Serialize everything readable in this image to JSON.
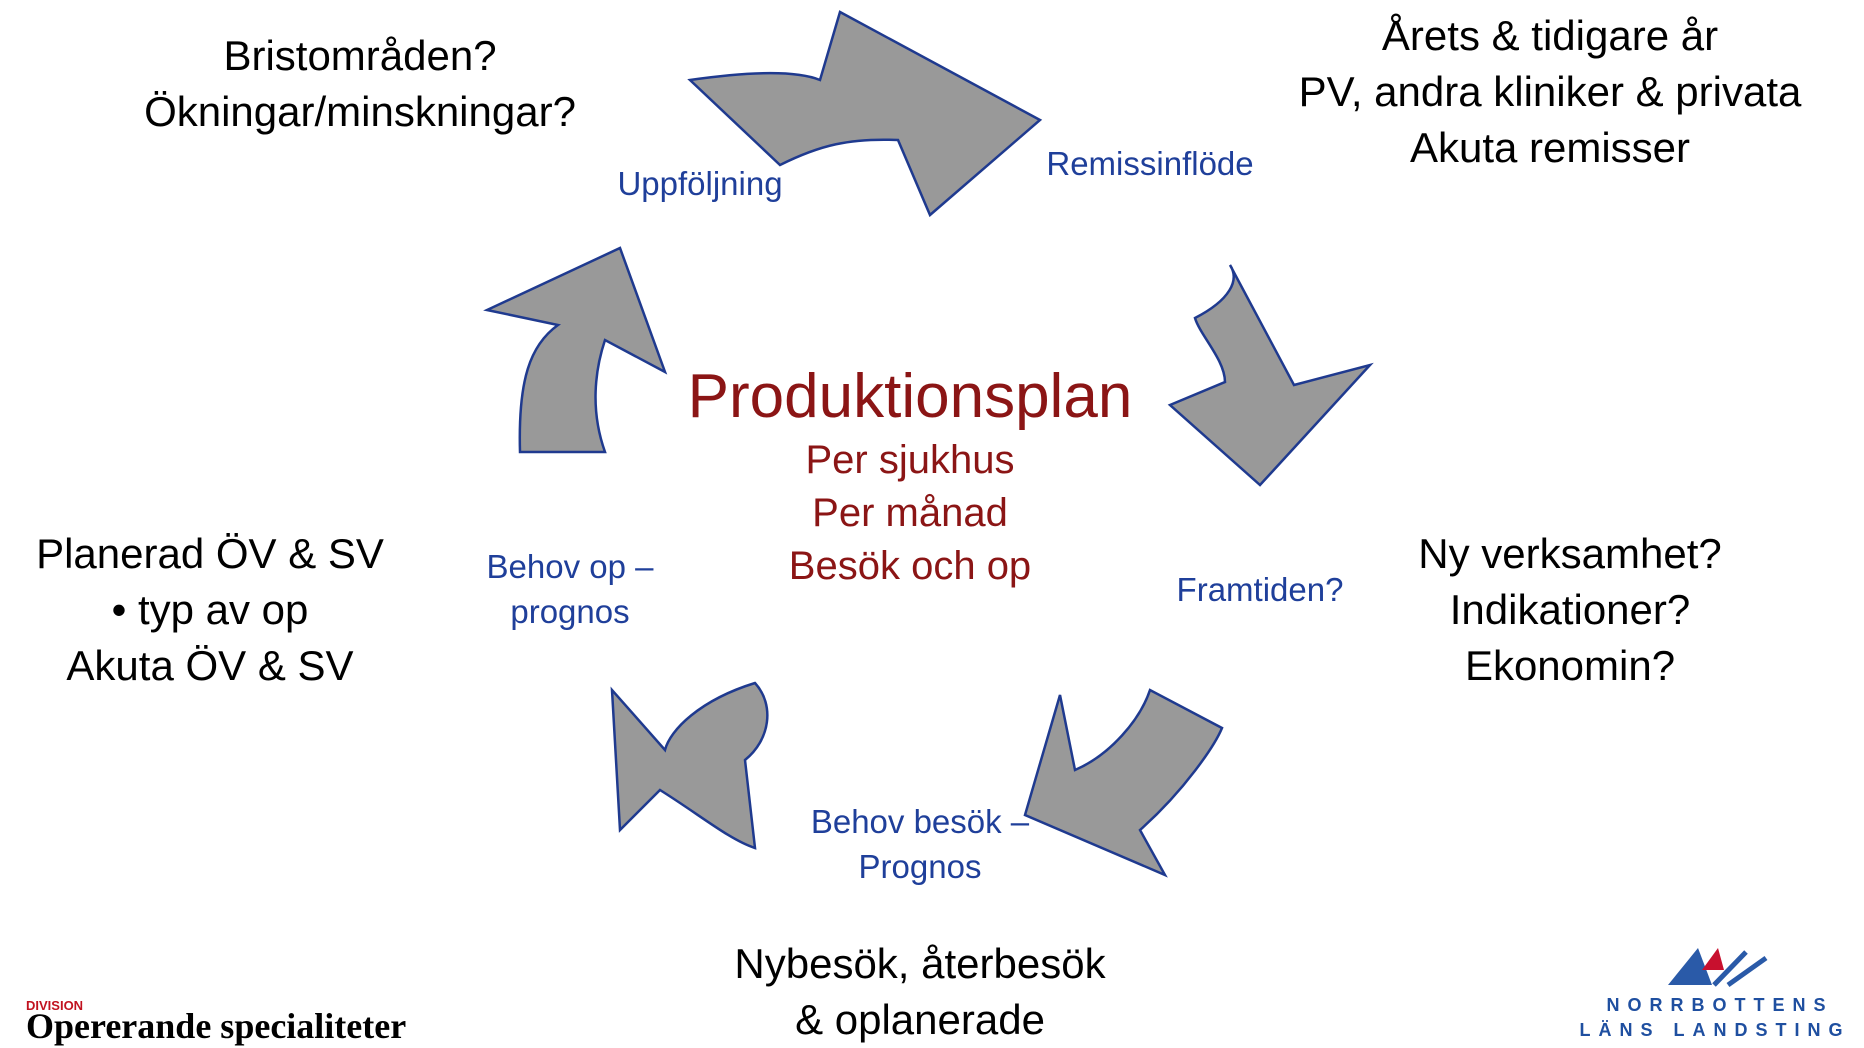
{
  "center": {
    "title": "Produktionsplan",
    "lines": [
      "Per sjukhus",
      "Per månad",
      "Besök och op"
    ]
  },
  "cycle_labels": {
    "remissinflode": "Remissinflöde",
    "framtiden": "Framtiden?",
    "behov_besok": [
      "Behov besök –",
      "Prognos"
    ],
    "behov_op": [
      "Behov op –",
      "prognos"
    ],
    "uppfoljning": "Uppföljning"
  },
  "outer": {
    "top_right": [
      "Årets & tidigare år",
      "PV, andra kliniker & privata",
      "Akuta remisser"
    ],
    "right": [
      "Ny verksamhet?",
      "Indikationer?",
      "Ekonomin?"
    ],
    "bottom": [
      "Nybesök, återbesök",
      "& oplanerade"
    ],
    "left": [
      "Planerad ÖV & SV",
      "• typ av op",
      "Akuta ÖV & SV"
    ],
    "top_left": [
      "Bristområden?",
      "Ökningar/minskningar?"
    ]
  },
  "footer": {
    "division_label": "DIVISION",
    "division_name": "Opererande specialiteter",
    "logo_line1": "NORRBOTTENS",
    "logo_line2": "LÄNS LANDSTING"
  },
  "colors": {
    "arrow_fill": "#999999",
    "arrow_stroke": "#1f3a8f",
    "center_text": "#8b1515",
    "cycle_label": "#1f3f9a",
    "logo": "#1f4fa0",
    "division_label": "#c1121f"
  }
}
